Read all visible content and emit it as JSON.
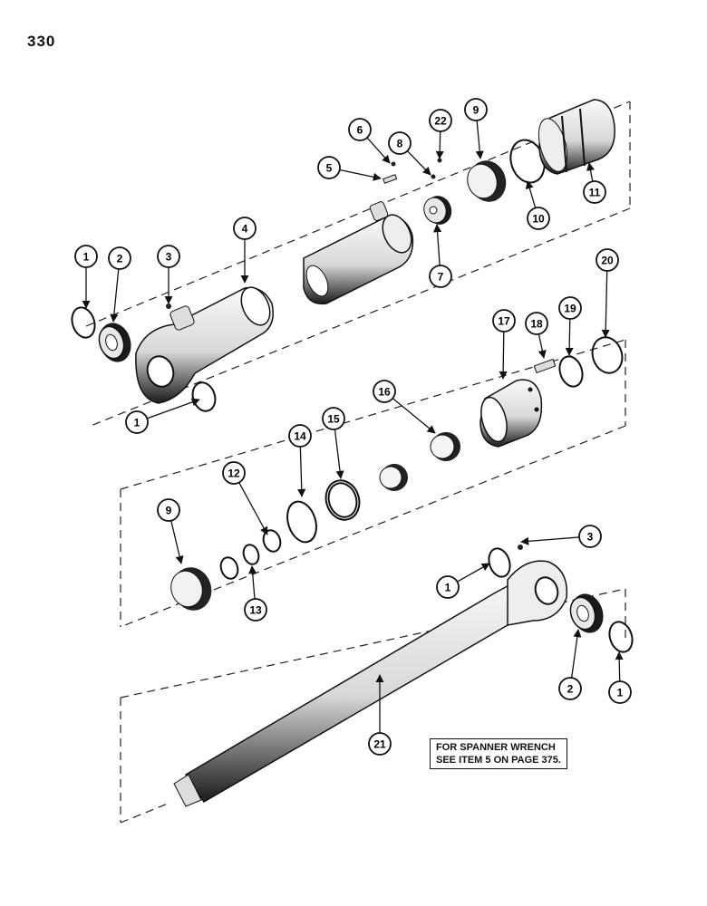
{
  "page_number": "330",
  "note": {
    "line1": "FOR SPANNER WRENCH",
    "line2": "SEE ITEM 5 ON PAGE 375."
  },
  "callouts": [
    "1",
    "2",
    "3",
    "4",
    "5",
    "6",
    "7",
    "8",
    "9",
    "10",
    "11",
    "12",
    "13",
    "14",
    "15",
    "16",
    "17",
    "18",
    "19",
    "20",
    "21",
    "22"
  ],
  "callout_list": [
    {
      "label": "1"
    },
    {
      "label": "2"
    },
    {
      "label": "3"
    },
    {
      "label": "4"
    },
    {
      "label": "5"
    },
    {
      "label": "6"
    },
    {
      "label": "22"
    },
    {
      "label": "8"
    },
    {
      "label": "9"
    },
    {
      "label": "10"
    },
    {
      "label": "11"
    },
    {
      "label": "7"
    },
    {
      "label": "1"
    },
    {
      "label": "17"
    },
    {
      "label": "18"
    },
    {
      "label": "19"
    },
    {
      "label": "20"
    },
    {
      "label": "16"
    },
    {
      "label": "14"
    },
    {
      "label": "15"
    },
    {
      "label": "12"
    },
    {
      "label": "9"
    },
    {
      "label": "13"
    },
    {
      "label": "3"
    },
    {
      "label": "1"
    },
    {
      "label": "2"
    },
    {
      "label": "1"
    },
    {
      "label": "21"
    }
  ]
}
